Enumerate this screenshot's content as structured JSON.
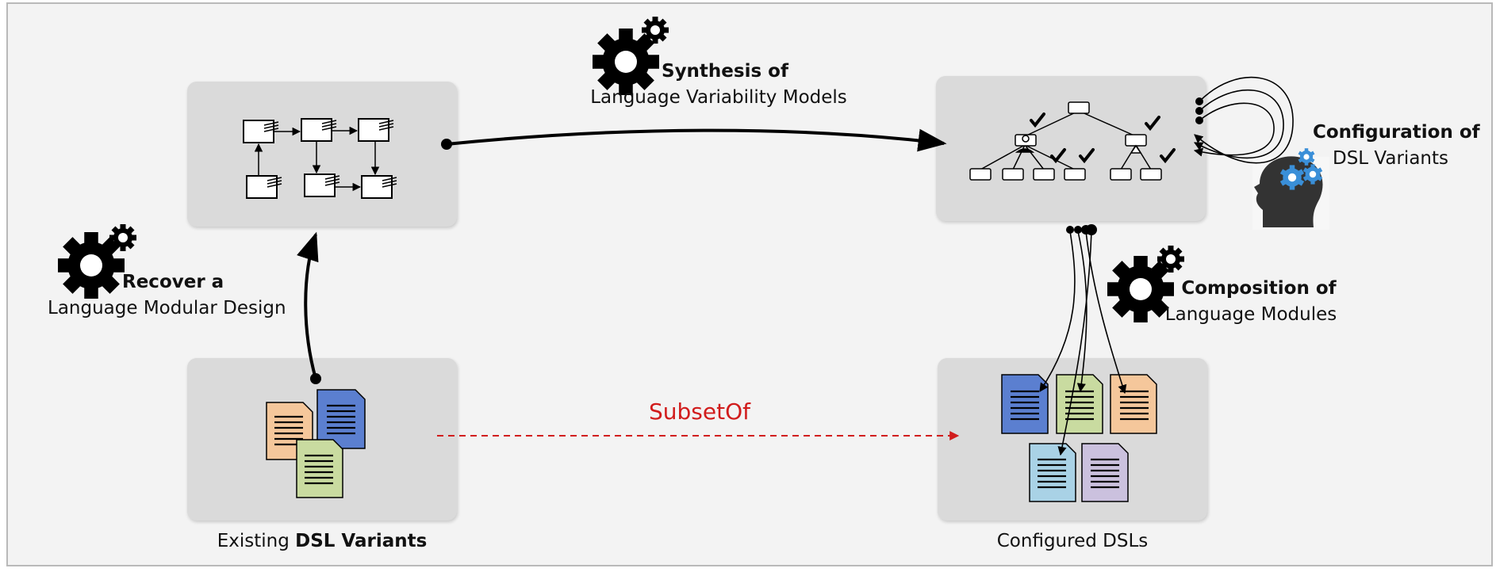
{
  "labels": {
    "recover_bold": "Recover a",
    "recover_normal": "Language Modular Design",
    "synthesis_bold": "Synthesis of",
    "synthesis_normal": "Language Variability Models",
    "configuration_bold": "Configuration of",
    "configuration_normal": "DSL Variants",
    "composition_bold": "Composition of",
    "composition_normal": "Language Modules",
    "existing_prefix": "Existing ",
    "existing_bold": "DSL Variants",
    "configured": "Configured DSLs",
    "subset_of": "SubsetOf"
  },
  "colors": {
    "subset_arrow": "#d11c1c",
    "doc_orange": "#f5c79b",
    "doc_blue": "#5b7fd0",
    "doc_green": "#c9dba0",
    "doc_lightblue": "#a9d2e6",
    "doc_purple": "#cbc1de",
    "gear_blue": "#3a8fd8"
  },
  "icons": [
    "gear-icon",
    "document-icon",
    "head-gears-icon",
    "checkmark-icon"
  ]
}
